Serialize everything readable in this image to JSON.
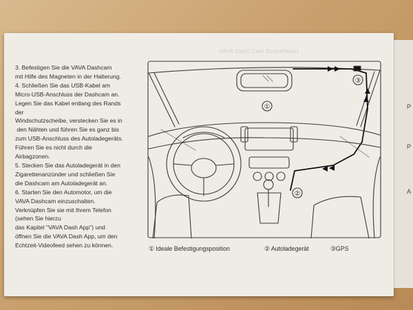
{
  "manual_page": {
    "ghost_heading": "VAVA Dash Cam Schnellstart",
    "instructions": [
      "3. Befestigen Sie die VAVA Dashcam",
      "mit Hilfe des Magneten in der Halterung.",
      "4. Schließen Sie das USB-Kabel am",
      "Micro-USB-Anschluss der Dashcam an.",
      "Legen Sie das Kabel entlang des Rands",
      "der",
      "Windschutzscheibe, verstecken Sie es in",
      " den Nähten und führen Sie es ganz bis",
      "zum USB-Anschluss des Autoladegeräts.",
      "Führen Sie es nicht durch die",
      "Airbagzonen.",
      "5. Stecken Sie das Autoladegerät in den",
      "Zigarettenanzünder und schließen Sie",
      "die Dashcam am Autoladegerät an.",
      "6. Starten Sie den Automotor, um die",
      "VAVA Dashcam einzuschalten.",
      "Verknüpfen Sie sie mit Ihrem Telefon",
      "(sehen Sie hierzu",
      "das Kapitel \"VAVA Dash App\") und",
      "öffnen Sie die VAVA Dash App, um den",
      "Echtzeit-Videofeed sehen zu können."
    ],
    "diagram_markers": {
      "mount": "①",
      "charger": "②",
      "gps": "③"
    },
    "legend": {
      "item1": "① Ideale Befestigungsposition",
      "item2": "② Autoladegerät",
      "item3": "③GPS"
    },
    "next_page_marks": [
      "P",
      "P",
      "A"
    ]
  }
}
